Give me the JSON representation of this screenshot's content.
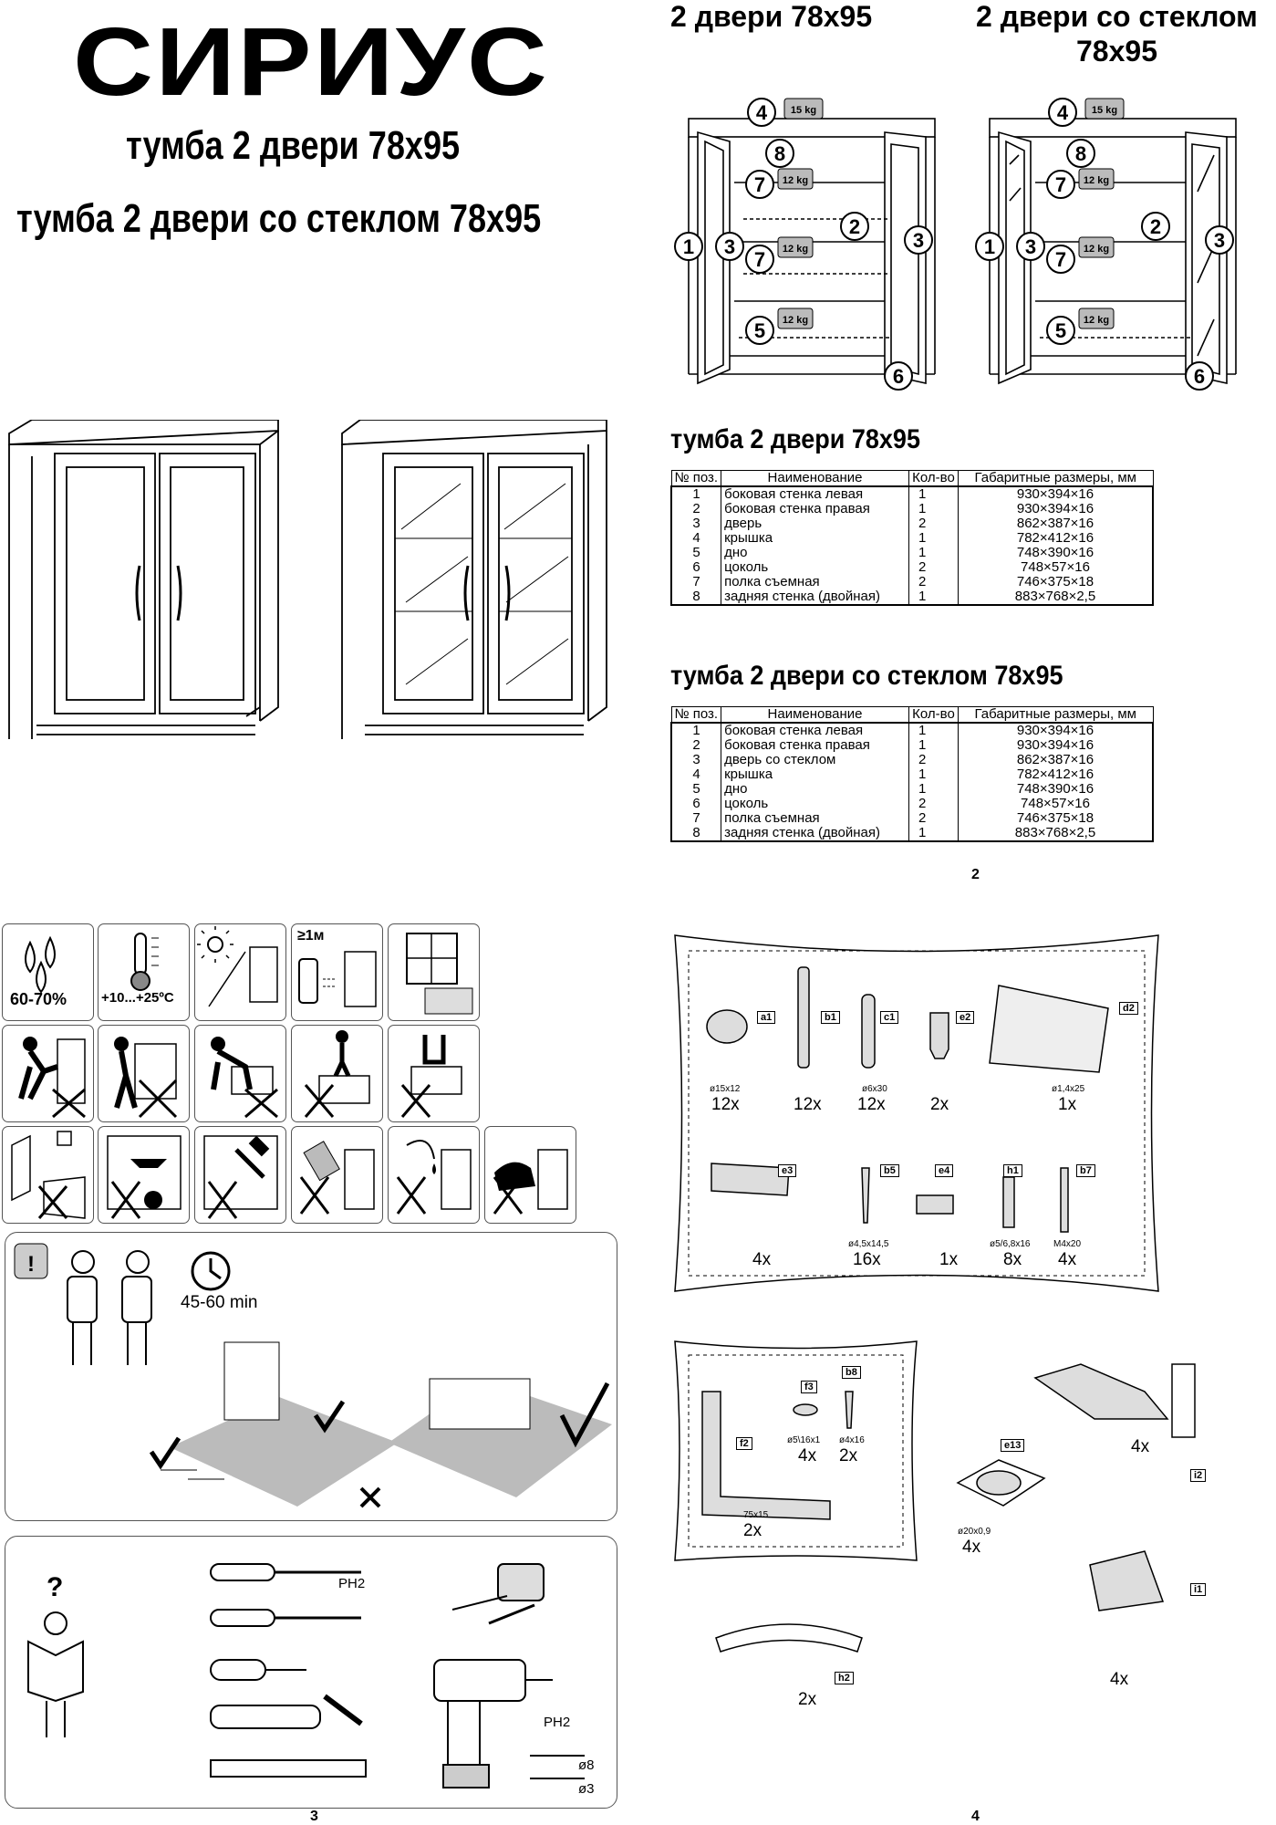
{
  "header": {
    "brand": "СИРИУС",
    "subtitle1": "тумба 2 двери 78х95",
    "subtitle2": "тумба 2 двери со стеклом 78х95",
    "variant1": "2 двери 78х95",
    "variant2_line1": "2 двери со стеклом",
    "variant2_line2": "78х95"
  },
  "diagram_labels": {
    "weights": [
      "15 kg",
      "12 kg",
      "12 kg",
      "12 kg"
    ],
    "callouts": [
      "1",
      "2",
      "3",
      "4",
      "5",
      "6",
      "7",
      "8"
    ]
  },
  "table1": {
    "title": "тумба 2 двери 78х95",
    "headers": [
      "№ поз.",
      "Наименование",
      "Кол-во",
      "Габаритные размеры, мм"
    ],
    "rows": [
      [
        "1",
        "боковая стенка левая",
        "1",
        "930×394×16"
      ],
      [
        "2",
        "боковая стенка правая",
        "1",
        "930×394×16"
      ],
      [
        "3",
        "дверь",
        "2",
        "862×387×16"
      ],
      [
        "4",
        "крышка",
        "1",
        "782×412×16"
      ],
      [
        "5",
        "дно",
        "1",
        "748×390×16"
      ],
      [
        "6",
        "цоколь",
        "2",
        "748×57×16"
      ],
      [
        "7",
        "полка съемная",
        "2",
        "746×375×18"
      ],
      [
        "8",
        "задняя стенка (двойная)",
        "1",
        "883×768×2,5"
      ]
    ]
  },
  "table2": {
    "title": "тумба 2 двери со стеклом 78х95",
    "headers": [
      "№ поз.",
      "Наименование",
      "Кол-во",
      "Габаритные размеры, мм"
    ],
    "rows": [
      [
        "1",
        "боковая стенка левая",
        "1",
        "930×394×16"
      ],
      [
        "2",
        "боковая стенка правая",
        "1",
        "930×394×16"
      ],
      [
        "3",
        "дверь со стеклом",
        "2",
        "862×387×16"
      ],
      [
        "4",
        "крышка",
        "1",
        "782×412×16"
      ],
      [
        "5",
        "дно",
        "1",
        "748×390×16"
      ],
      [
        "6",
        "цоколь",
        "2",
        "748×57×16"
      ],
      [
        "7",
        "полка съемная",
        "2",
        "746×375×18"
      ],
      [
        "8",
        "задняя стенка (двойная)",
        "1",
        "883×768×2,5"
      ]
    ]
  },
  "page_numbers": {
    "p2": "2",
    "p3": "3",
    "p4": "4"
  },
  "conditions": {
    "humidity": "60-70%",
    "temperature": "+10...+25ºC",
    "distance": "≥1м"
  },
  "assembly": {
    "time": "45-60 min",
    "tool_ph2": "PH2",
    "drill_ph2": "PH2",
    "drill_d8": "ø8",
    "drill_d3": "ø3"
  },
  "hardware": [
    {
      "code": "a1",
      "size": "ø15x12",
      "qty": "12x"
    },
    {
      "code": "b1",
      "size": "",
      "qty": "12x"
    },
    {
      "code": "c1",
      "size": "ø6x30",
      "qty": "12x"
    },
    {
      "code": "e2",
      "size": "",
      "qty": "2x"
    },
    {
      "code": "d2",
      "size": "ø1,4x25",
      "qty": "1x"
    },
    {
      "code": "e3",
      "size": "",
      "qty": "4x"
    },
    {
      "code": "b5",
      "size": "ø4,5x14,5",
      "qty": "16x"
    },
    {
      "code": "e4",
      "size": "",
      "qty": "1x"
    },
    {
      "code": "h1",
      "size": "ø5/6,8x16",
      "qty": "8x"
    },
    {
      "code": "b7",
      "size": "M4x20",
      "qty": "4x"
    }
  ],
  "hardware2": [
    {
      "code": "f2",
      "size": "75x15",
      "qty": "2x"
    },
    {
      "code": "f3",
      "size": "ø5\\16x1",
      "qty": "4x"
    },
    {
      "code": "b8",
      "size": "ø4x16",
      "qty": "2x"
    },
    {
      "code": "e13",
      "size": "ø20x0,9",
      "qty": "4x"
    },
    {
      "code": "i2",
      "size": "",
      "qty": "4x"
    },
    {
      "code": "i1",
      "size": "",
      "qty": "4x"
    },
    {
      "code": "h2",
      "size": "",
      "qty": "2x"
    }
  ]
}
